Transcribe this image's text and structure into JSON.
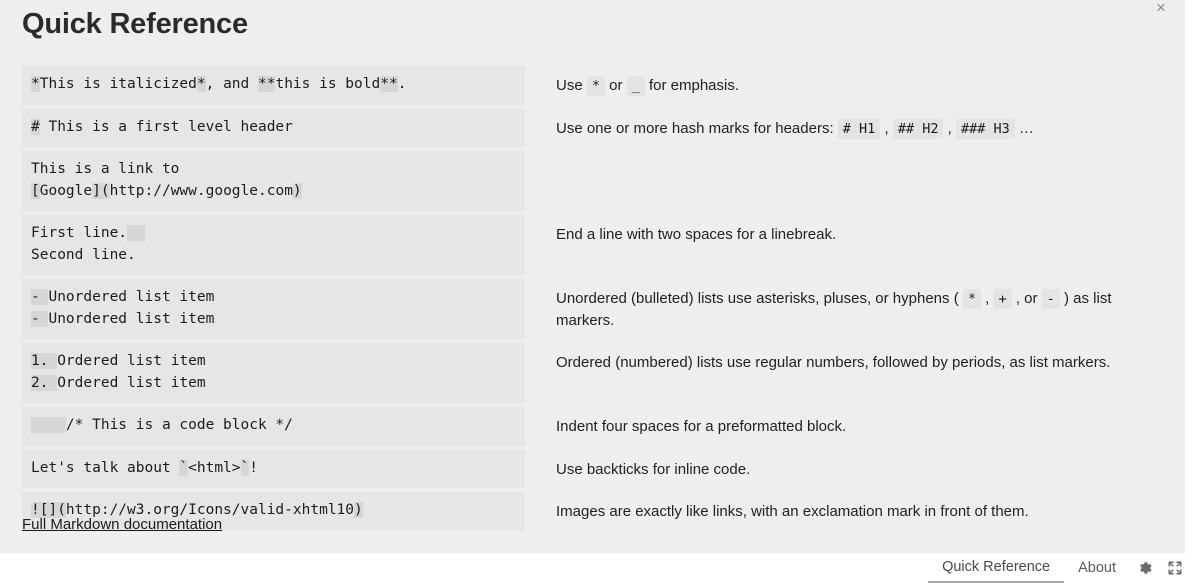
{
  "window": {
    "close_label": "×"
  },
  "header": {
    "title": "Quick Reference"
  },
  "reference_rows": [
    {
      "example_html": "<span class=\"mk\">*</span>This is italicized<span class=\"mk\">*</span>, and <span class=\"mk\">**</span>this is bold<span class=\"mk\">**</span>.",
      "example_text": "*This is italicized*, and **this is bold**.",
      "desc_html": "Use <code class=\"chip\">*</code> or <code class=\"chip\">_</code> for emphasis.",
      "desc_text": "Use * or _ for emphasis."
    },
    {
      "example_html": "<span class=\"mk\">#</span> This is a first level header",
      "example_text": "# This is a first level header",
      "desc_html": "Use one or more hash marks for headers: <code class=\"chip\"># H1</code> , <code class=\"chip\">## H2</code> , <code class=\"chip\">### H3</code> …",
      "desc_text": "Use one or more hash marks for headers: # H1 , ## H2 , ### H3 …"
    },
    {
      "example_html": "This is a link to\n<span class=\"mk\">[</span>Google<span class=\"mk\">](</span>http://www.google.com<span class=\"mk\">)</span>",
      "example_text": "This is a link to\n[Google](http://www.google.com)",
      "desc_html": "",
      "desc_text": ""
    },
    {
      "example_html": "First line.<span class=\"sp\">  </span>\nSecond line.",
      "example_text": "First line.  \nSecond line.",
      "desc_html": "End a line with two spaces for a linebreak.",
      "desc_text": "End a line with two spaces for a linebreak."
    },
    {
      "example_html": "<span class=\"mk\">- </span>Unordered list item\n<span class=\"mk\">- </span>Unordered list item",
      "example_text": "- Unordered list item\n- Unordered list item",
      "desc_html": "Unordered (bulleted) lists use asterisks, pluses, or hyphens ( <code class=\"chip\">*</code> , <code class=\"chip\">+</code> , or <code class=\"chip\">-</code> ) as list markers.",
      "desc_text": "Unordered (bulleted) lists use asterisks, pluses, or hyphens ( * , + , or - ) as list markers."
    },
    {
      "example_html": "<span class=\"mk\">1. </span>Ordered list item\n<span class=\"mk\">2. </span>Ordered list item",
      "example_text": "1. Ordered list item\n2. Ordered list item",
      "desc_html": "Ordered (numbered) lists use regular numbers, followed by periods, as list markers.",
      "desc_text": "Ordered (numbered) lists use regular numbers, followed by periods, as list markers."
    },
    {
      "example_html": "<span class=\"mk\">    </span>/* This is a code block */",
      "example_text": "    /* This is a code block */",
      "desc_html": "Indent four spaces for a preformatted block.",
      "desc_text": "Indent four spaces for a preformatted block."
    },
    {
      "example_html": "Let's talk about <span class=\"mk\">`</span>&lt;html&gt;<span class=\"mk\">`</span>!",
      "example_text": "Let's talk about `<html>`!",
      "desc_html": "Use backticks for inline code.",
      "desc_text": "Use backticks for inline code."
    },
    {
      "example_html": "<span class=\"mk\">![](</span>http://w3.org/Icons/valid-xhtml10<span class=\"mk\">)</span>",
      "example_text": "![](http://w3.org/Icons/valid-xhtml10)",
      "desc_html": "Images are exactly like links, with an exclamation mark in front of them.",
      "desc_text": "Images are exactly like links, with an exclamation mark in front of them."
    }
  ],
  "footer_link": {
    "label": "Full Markdown documentation"
  },
  "tabbar": {
    "tabs": [
      {
        "label": "Quick Reference",
        "active": true
      },
      {
        "label": "About",
        "active": false
      }
    ],
    "icons": [
      {
        "name": "gear-icon"
      },
      {
        "name": "fullscreen-icon"
      }
    ]
  },
  "colors": {
    "panel_bg": "#eeeeee",
    "example_bg": "#e6e6e6",
    "marker_bg": "#d6d6d6",
    "text": "#222222",
    "title": "#2b2b2b",
    "tab_active_bg": "#ffffff",
    "tab_underline": "#a8a8a8"
  }
}
